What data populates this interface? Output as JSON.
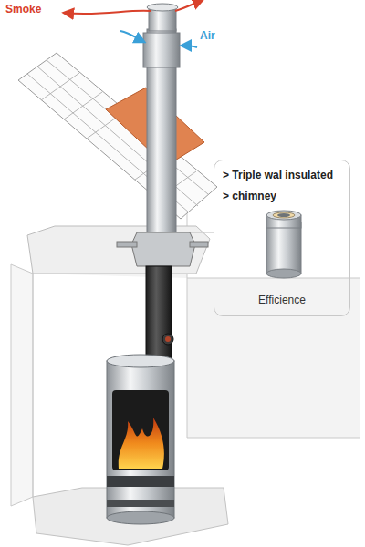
{
  "diagram": {
    "nodes": [
      {
        "text": [
          "> Triple wal insulated",
          "> chimney",
          "Efficience"
        ]
      }
    ],
    "edges": [],
    "labels": [
      "Smoke",
      "Air"
    ]
  }
}
